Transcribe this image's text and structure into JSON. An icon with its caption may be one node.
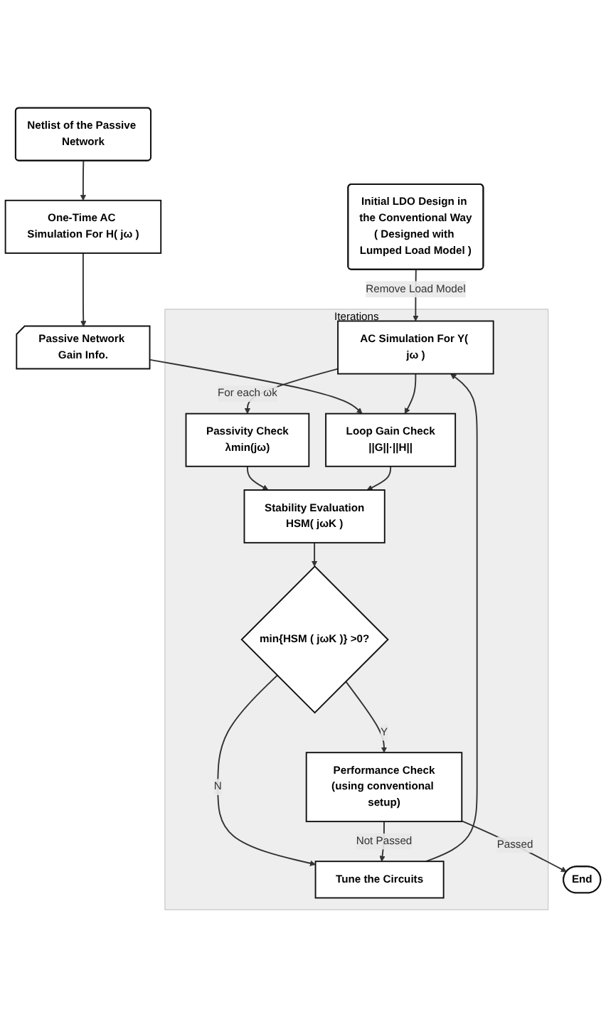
{
  "diagram": {
    "nodes": [
      {
        "text": [
          "Initial LDO Design in the Conventional Way",
          "( Designed with Lumped Load Model )"
        ]
      },
      {
        "text": [
          "Netlist of the Passive Network"
        ]
      },
      {
        "text": [
          "One-Time AC Simulation For H( jω )"
        ]
      },
      {
        "text": [
          "Iterations"
        ]
      },
      {
        "text": [
          "AC Simulation For Y( jω )"
        ],
        "in": 3
      },
      {
        "text": [
          "Passive Network Gain Info."
        ]
      },
      {
        "text": [
          "Passivity Check",
          "λmin(jω)"
        ],
        "in": 3
      },
      {
        "text": [
          "Loop Gain Check",
          "||G||·||H||"
        ],
        "in": 3
      },
      {
        "text": [
          "Stability Evaluation",
          "HSM( jωK )"
        ],
        "in": 3
      },
      {
        "text": [
          "min{HSM ( jωK )} >0?"
        ],
        "in": 3
      },
      {
        "text": [
          "Performance Check",
          "(using conventional setup)"
        ],
        "in": 3
      },
      {
        "text": [
          "Tune the Circuits"
        ],
        "in": 3
      },
      {
        "text": [
          "End"
        ]
      }
    ],
    "edges": [
      {
        "from": 0,
        "to": 4,
        "arrow": "to",
        "label": "Remove Load Model"
      },
      {
        "from": 1,
        "to": 2,
        "arrow": "to"
      },
      {
        "from": 2,
        "to": 5,
        "arrow": "to"
      },
      {
        "from": 5,
        "to": 7,
        "arrow": "to"
      },
      {
        "from": 4,
        "to": 6,
        "arrow": "to",
        "label": "For each ωk"
      },
      {
        "from": 4,
        "to": 7,
        "arrow": "to"
      },
      {
        "from": 6,
        "to": 8,
        "arrow": "to"
      },
      {
        "from": 7,
        "to": 8,
        "arrow": "to"
      },
      {
        "from": 8,
        "to": 9,
        "arrow": "to"
      },
      {
        "from": 9,
        "to": 11,
        "arrow": "to",
        "label": "N"
      },
      {
        "from": 9,
        "to": 10,
        "arrow": "to",
        "label": "Y"
      },
      {
        "from": 10,
        "to": 11,
        "arrow": "to",
        "label": "Not Passed"
      },
      {
        "from": 10,
        "to": 12,
        "arrow": "to",
        "label": "Passed"
      },
      {
        "from": 11,
        "to": 4,
        "arrow": "to"
      }
    ]
  }
}
